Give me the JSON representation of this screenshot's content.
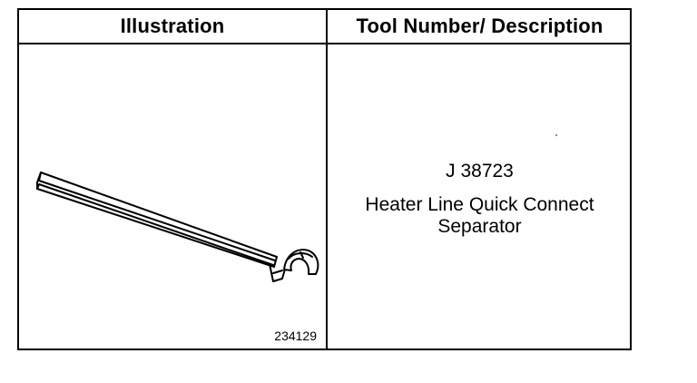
{
  "table": {
    "headers": {
      "illustration": "Illustration",
      "description": "Tool Number/ Description"
    },
    "row": {
      "figure_number": "234129",
      "tool_number": "J 38723",
      "description_lines": [
        "Heater Line Quick Connect",
        "Separator"
      ]
    }
  },
  "icons": {
    "tool_drawing": "spring-lock-separator-tool-icon"
  }
}
